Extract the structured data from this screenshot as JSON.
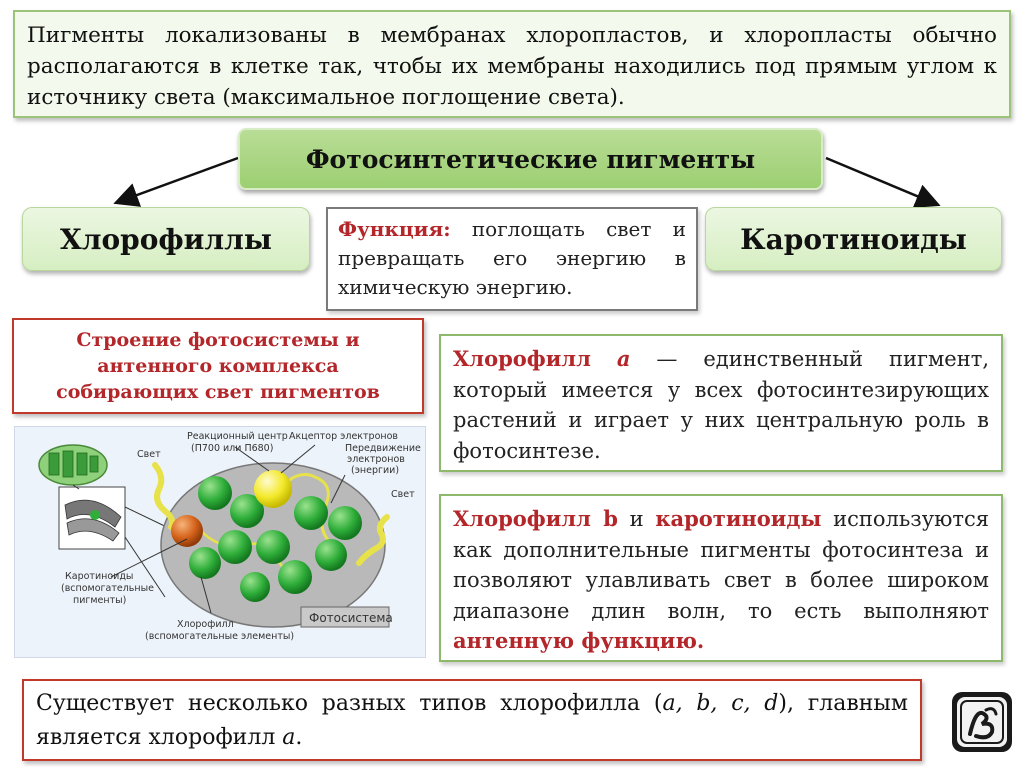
{
  "intro": {
    "text": "Пигменты локализованы в мембранах хлоропластов, и хлоропласты обычно располагаются в клетке так, чтобы их мембраны находились под прямым углом к источнику света (максимальное поглощение света)."
  },
  "title": "Фотосинтетические пигменты",
  "left_branch": "Хлорофиллы",
  "right_branch": "Каротиноиды",
  "function_box": {
    "label": "Функция:",
    "text": " поглощать свет и превращать его энергию в химическую энергию."
  },
  "structure_box": {
    "line1": "Строение фотосистемы и",
    "line2": "антенного комплекса",
    "line3": "собирающих свет пигментов"
  },
  "diagram": {
    "reaction_center": "Реакционный центр",
    "p700": "(П700 или П680)",
    "acceptor": "Акцептор электронов",
    "transfer1": "Передвижение",
    "transfer2": "электронов",
    "transfer3": "(энергии)",
    "light_left": "Свет",
    "light_right": "Свет",
    "carotenoids1": "Каротиноиды",
    "carotenoids2": "(вспомогательные",
    "carotenoids3": "пигменты)",
    "chlorophyll1": "Хлорофилл",
    "chlorophyll2": "(вспомогательные элементы)",
    "photosystem": "Фотосистема"
  },
  "chl_a": {
    "name": "Хлорофилл",
    "letter": "a",
    "text": " — единственный пигмент, который имеется у всех фотосинтезирующих растений и играет у них центральную роль в фотосинтезе."
  },
  "chl_b": {
    "name": "Хлорофилл b",
    "and": " и ",
    "carot": "каротиноиды",
    "text": " используются как дополнительные пигменты фотосинтеза и позволяют улавливать свет в более широком диапазоне длин волн, то есть выполняют ",
    "antenna": "антенную функцию."
  },
  "bottom": {
    "part1": "Существует несколько разных типов хлорофилла (",
    "types": "a, b, c, d",
    "part2": "), главным является хлорофилл ",
    "main": "a",
    "end": "."
  },
  "colors": {
    "accent_red": "#b3262a",
    "green_border": "#8fb96a",
    "pill_green": "#9ccf72"
  },
  "icons": [
    "logo-icon"
  ]
}
